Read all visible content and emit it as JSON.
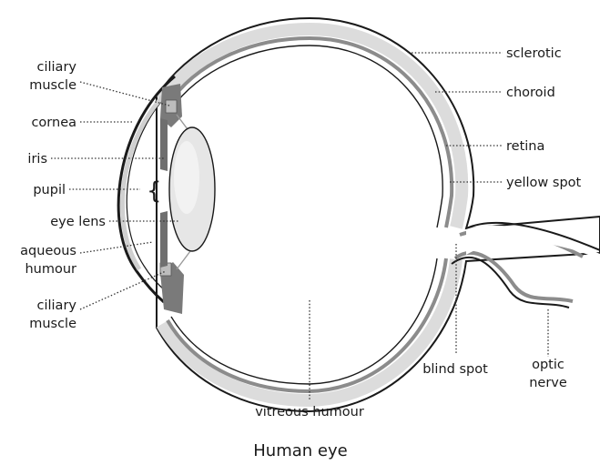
{
  "caption": "Human eye",
  "labels": {
    "sclerotic": "sclerotic",
    "choroid": "choroid",
    "retina": "retina",
    "yellow_spot": "yellow spot",
    "ciliary_top_1": "ciliary",
    "ciliary_top_2": "muscle",
    "cornea": "cornea",
    "iris": "iris",
    "pupil": "pupil",
    "eye_lens": "eye lens",
    "aqueous_1": "aqueous",
    "aqueous_2": "humour",
    "ciliary_bottom_1": "ciliary",
    "ciliary_bottom_2": "muscle",
    "vitreous": "vitreous humour",
    "blind_spot": "blind spot",
    "optic_1": "optic",
    "optic_2": "nerve"
  },
  "colors": {
    "outline": "#1a1a1a",
    "sclera_band": "#dcdcdc",
    "choroid_band": "#8c8c8c",
    "lens_fill": "#e6e6e6",
    "muscle": "#7a7a7a"
  }
}
